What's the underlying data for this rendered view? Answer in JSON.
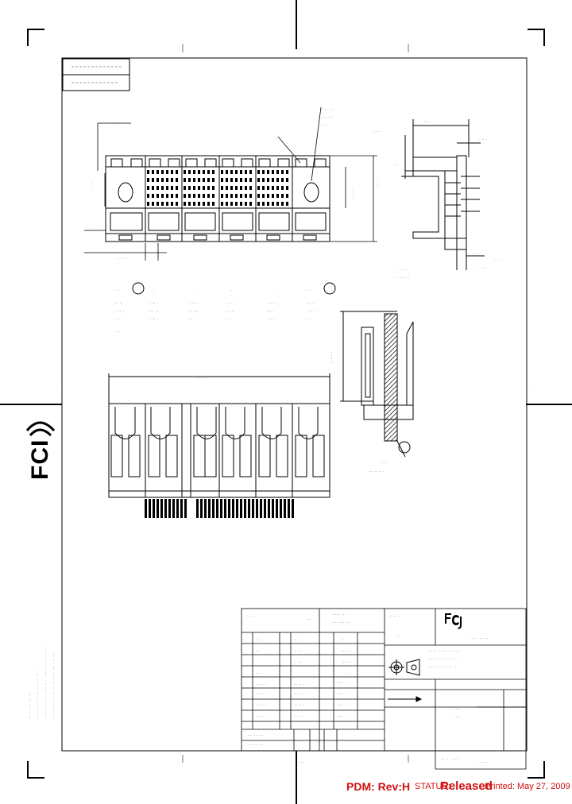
{
  "logo_text": "FCI",
  "status_bar": {
    "pdm": "PDM: Rev:H",
    "status_label": "STATUS:",
    "status_value": "Released",
    "printed": "Printed: May 27, 2009"
  },
  "colors": {
    "line": "#000000",
    "faint_text": "#777777",
    "status_red": "#d01010"
  }
}
